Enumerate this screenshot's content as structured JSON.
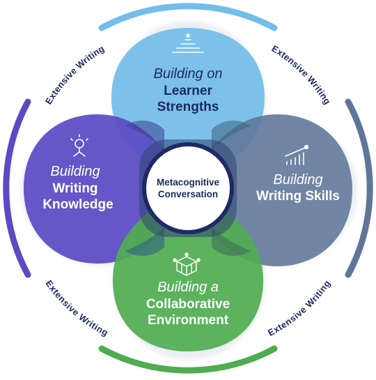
{
  "center": {
    "line1": "Metacognitive",
    "line2": "Conversation"
  },
  "petals": {
    "top": {
      "line1": "Building on",
      "line2": "Learner",
      "line3": "Strengths",
      "color": "#74bde9",
      "icon": "pyramid-stairs-icon"
    },
    "left": {
      "line1": "Building",
      "line2": "Writing",
      "line3": "Knowledge",
      "color": "#5a4bc4",
      "icon": "lightbulb-network-icon"
    },
    "right": {
      "line1": "Building",
      "line2": "Writing Skills",
      "color": "#5f7699",
      "icon": "growth-chart-icon"
    },
    "bottom": {
      "line1": "Building a",
      "line2": "Collaborative",
      "line3": "Environment",
      "color": "#4fac50",
      "icon": "network-cube-icon"
    }
  },
  "ring": {
    "label": "Extensive Writing",
    "colors": {
      "top": "#74bde9",
      "right": "#5f7699",
      "bottom": "#4fac50",
      "left": "#5a4bc4"
    }
  }
}
